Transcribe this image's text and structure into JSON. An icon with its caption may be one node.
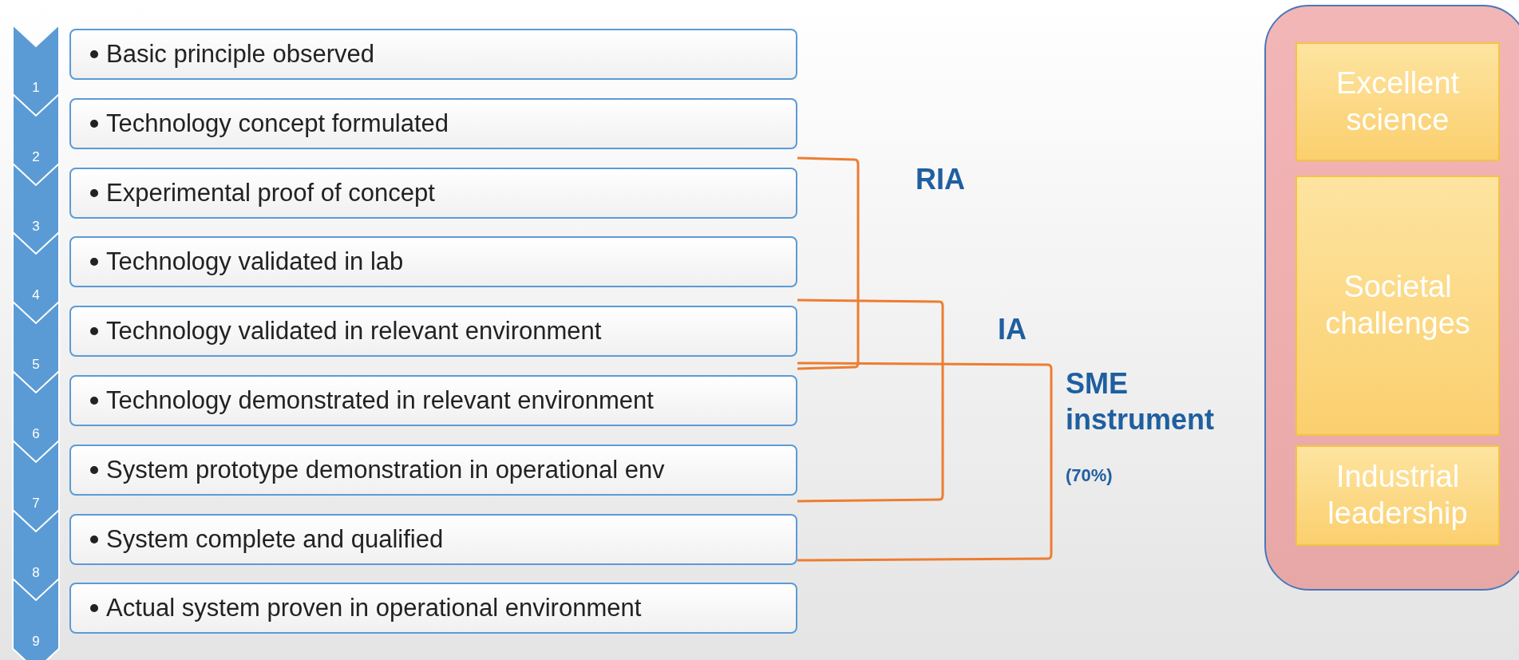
{
  "diagram": {
    "nodes": [
      {
        "text": [
          "1"
        ]
      },
      {
        "text": [
          "Basic principle observed"
        ]
      },
      {
        "text": [
          "2"
        ]
      },
      {
        "text": [
          "Technology concept formulated"
        ]
      },
      {
        "text": [
          "3"
        ]
      },
      {
        "text": [
          "Experimental proof of concept"
        ]
      },
      {
        "text": [
          "4"
        ]
      },
      {
        "text": [
          "Technology validated in lab"
        ]
      },
      {
        "text": [
          "5"
        ]
      },
      {
        "text": [
          "Technology validated in relevant environment"
        ]
      },
      {
        "text": [
          "6"
        ]
      },
      {
        "text": [
          "Technology demonstrated in relevant environment"
        ]
      },
      {
        "text": [
          "7"
        ]
      },
      {
        "text": [
          "System prototype demonstration in operational env"
        ]
      },
      {
        "text": [
          "8"
        ]
      },
      {
        "text": [
          "System complete and qualified"
        ]
      },
      {
        "text": [
          "9"
        ]
      },
      {
        "text": [
          "Actual system proven in operational environment"
        ]
      },
      {
        "text": [],
        "shape": "box"
      },
      {
        "text": [
          "Excellent science"
        ],
        "in": 18
      },
      {
        "text": [
          "Societal challenges"
        ],
        "in": 18
      },
      {
        "text": [
          "Industrial leadership"
        ],
        "in": 18
      }
    ],
    "edges": [],
    "labels": [
      "RIA",
      "IA",
      "SME instrument",
      "(70%)"
    ]
  }
}
